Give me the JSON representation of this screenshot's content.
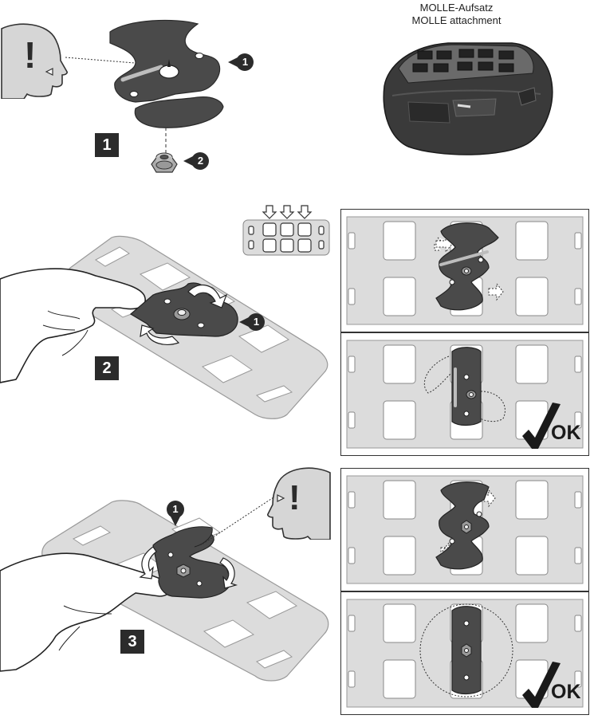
{
  "header": {
    "caption_de": "MOLLE-Aufsatz",
    "caption_en": "MOLLE attachment"
  },
  "steps": {
    "step1": "1",
    "step2": "2",
    "step3": "3"
  },
  "callouts": {
    "plate": "1",
    "nut": "2",
    "clip_step2": "1",
    "clip_step3": "1"
  },
  "warnings": {
    "mark_top": "!",
    "mark_bottom": "!"
  },
  "checks": {
    "ok_panel2": "OK",
    "ok_panel4": "OK"
  },
  "icons": [
    "warning-head-icon",
    "check-ok-icon",
    "rotate-arrow-icon",
    "down-arrow-icon"
  ],
  "colors": {
    "part_dark": "#4a4a4a",
    "panel_fill": "#d9d9d9",
    "slot_fill": "#ffffff",
    "badge": "#2b2b2b"
  }
}
